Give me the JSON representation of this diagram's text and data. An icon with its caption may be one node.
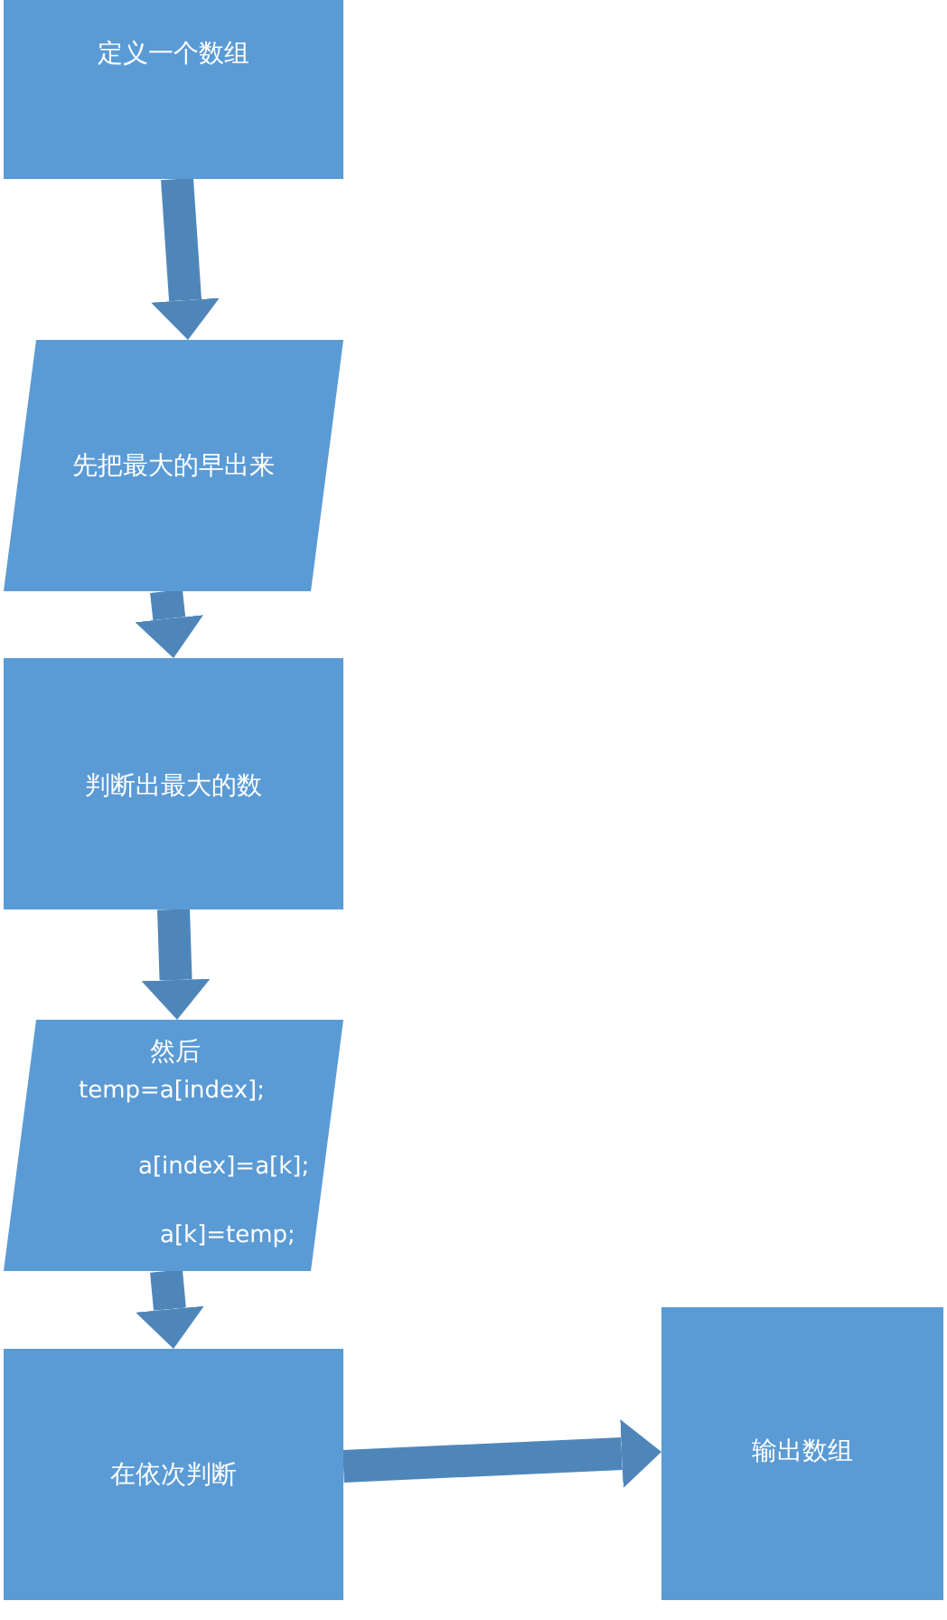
{
  "diagram": {
    "nodes": [
      {
        "text": [
          "定义一个数组"
        ]
      },
      {
        "text": [
          "先把最大的早出来"
        ]
      },
      {
        "text": [
          "判断出最大的数"
        ]
      },
      {
        "text": [
          "然后",
          "temp=a[index];",
          "a[index]=a[k];",
          "a[k]=temp;"
        ]
      },
      {
        "text": [
          "在依次判断"
        ]
      },
      {
        "text": [
          "输出数组"
        ]
      }
    ],
    "edges": [
      {
        "from": 0,
        "to": 1,
        "arrow": "to"
      },
      {
        "from": 1,
        "to": 2,
        "arrow": "to"
      },
      {
        "from": 2,
        "to": 3,
        "arrow": "to"
      },
      {
        "from": 3,
        "to": 4,
        "arrow": "to"
      },
      {
        "from": 4,
        "to": 5,
        "arrow": "to"
      }
    ]
  }
}
